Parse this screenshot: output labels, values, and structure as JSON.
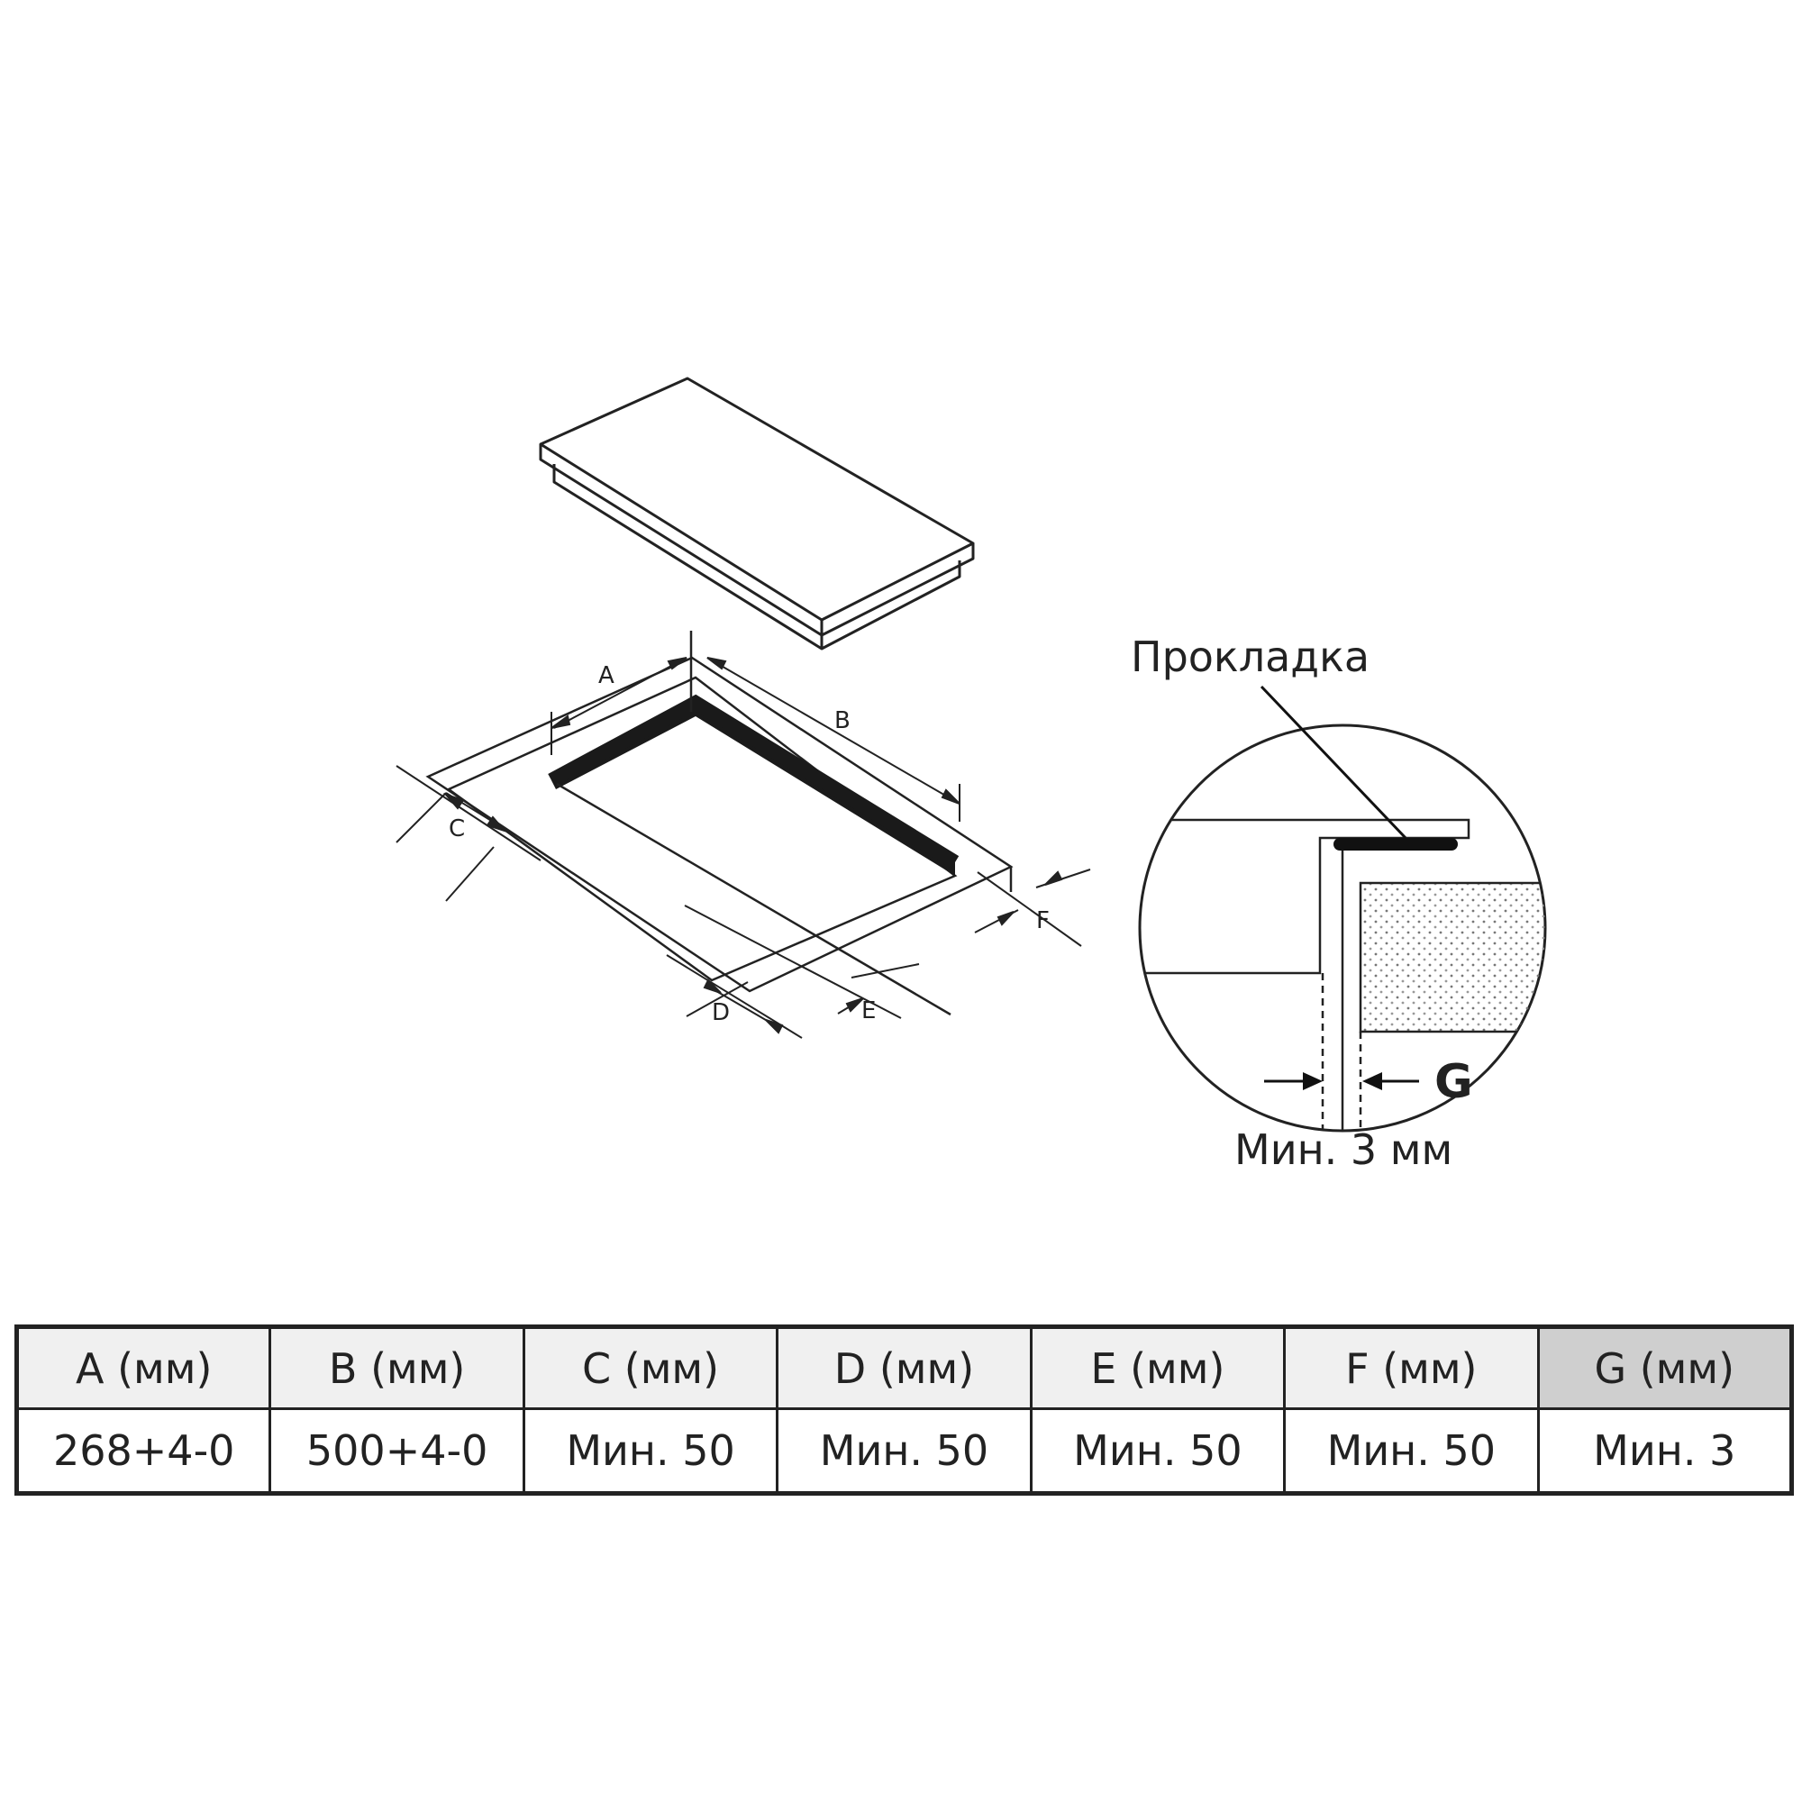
{
  "diagram": {
    "dimension_labels": [
      "A",
      "B",
      "C",
      "D",
      "E",
      "F"
    ],
    "detail": {
      "gasket_label": "Прокладка",
      "gap_letter": "G",
      "gap_caption": "Мин. 3 мм"
    }
  },
  "table": {
    "headers": [
      "A (мм)",
      "B (мм)",
      "C (мм)",
      "D (мм)",
      "E (мм)",
      "F (мм)",
      "G (мм)"
    ],
    "values": [
      "268+4-0",
      "500+4-0",
      "Мин. 50",
      "Мин. 50",
      "Мин. 50",
      "Мин. 50",
      "Мин. 3"
    ]
  }
}
